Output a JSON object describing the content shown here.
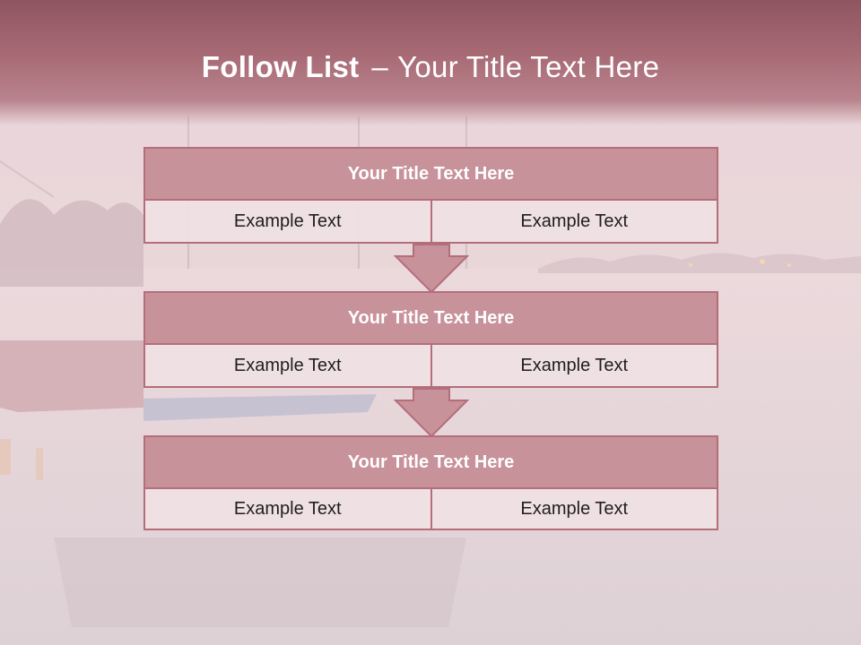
{
  "slide": {
    "title_bold": "Follow List",
    "title_dash": "–",
    "title_rest": "Your Title Text Here"
  },
  "blocks": [
    {
      "title": "Your Title Text Here",
      "left": "Example Text",
      "right": "Example Text"
    },
    {
      "title": "Your Title Text Here",
      "left": "Example Text",
      "right": "Example Text"
    },
    {
      "title": "Your Title Text Here",
      "left": "Example Text",
      "right": "Example Text"
    }
  ],
  "colors": {
    "header": "#a86b76",
    "block_header": "#c8929b",
    "border": "#b46e7a",
    "arrow_fill": "#c8929b"
  },
  "icons": [
    "down-arrow-icon",
    "down-arrow-icon"
  ]
}
